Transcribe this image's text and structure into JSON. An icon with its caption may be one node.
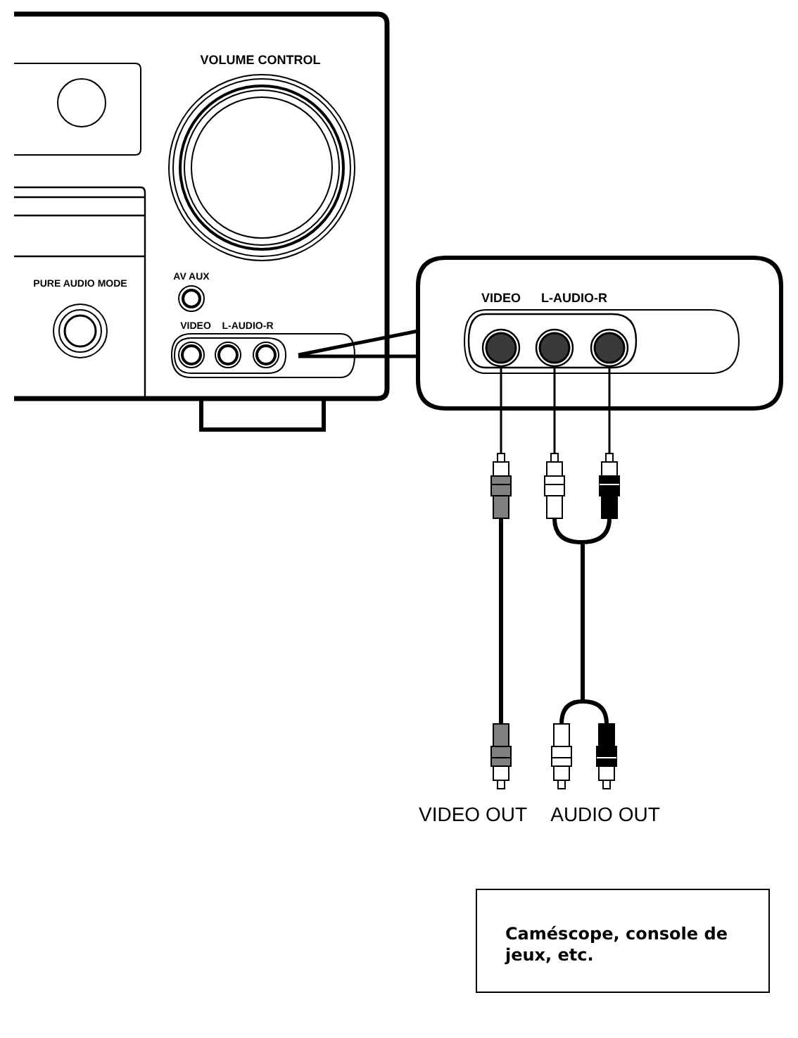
{
  "diagram": {
    "nodes": [
      {
        "text": [
          "Caméscope, console de jeux, etc."
        ]
      }
    ],
    "labels": [
      "VOLUME CONTROL",
      "AV AUX",
      "PURE AUDIO MODE",
      "VIDEO",
      "L-AUDIO-R",
      "VIDEO",
      "L-AUDIO-R",
      "VIDEO OUT",
      "AUDIO OUT"
    ]
  }
}
